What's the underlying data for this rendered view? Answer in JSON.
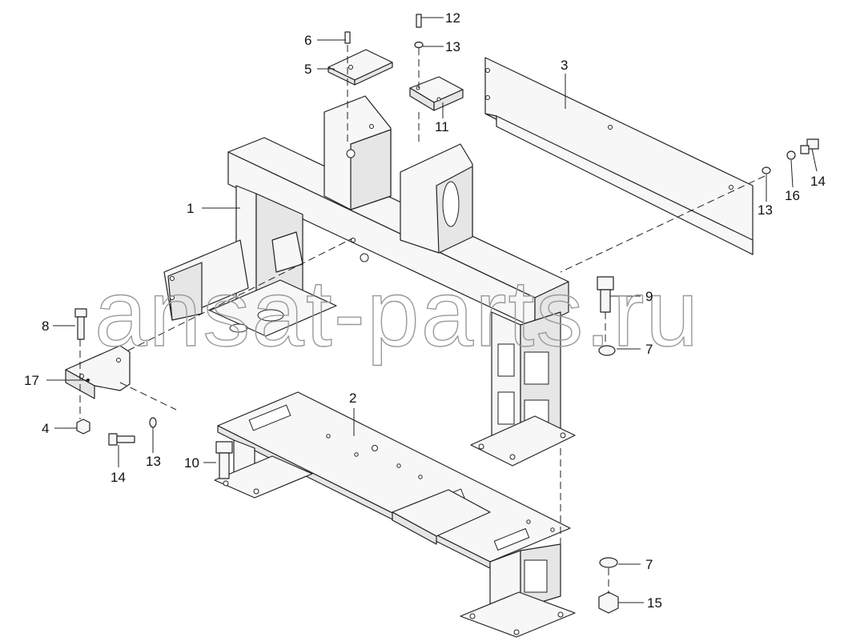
{
  "diagram": {
    "watermark": "ansat-parts.ru",
    "callouts": [
      {
        "id": "c1",
        "text": "1"
      },
      {
        "id": "c2",
        "text": "2"
      },
      {
        "id": "c3",
        "text": "3"
      },
      {
        "id": "c4",
        "text": "4"
      },
      {
        "id": "c5",
        "text": "5"
      },
      {
        "id": "c6",
        "text": "6"
      },
      {
        "id": "c7a",
        "text": "7"
      },
      {
        "id": "c7b",
        "text": "7"
      },
      {
        "id": "c8",
        "text": "8"
      },
      {
        "id": "c9",
        "text": "9"
      },
      {
        "id": "c10",
        "text": "10"
      },
      {
        "id": "c11",
        "text": "11"
      },
      {
        "id": "c12",
        "text": "12"
      },
      {
        "id": "c13a",
        "text": "13"
      },
      {
        "id": "c13b",
        "text": "13"
      },
      {
        "id": "c13c",
        "text": "13"
      },
      {
        "id": "c14a",
        "text": "14"
      },
      {
        "id": "c14b",
        "text": "14"
      },
      {
        "id": "c15",
        "text": "15"
      },
      {
        "id": "c16",
        "text": "16"
      },
      {
        "id": "c17",
        "text": "17"
      }
    ]
  }
}
